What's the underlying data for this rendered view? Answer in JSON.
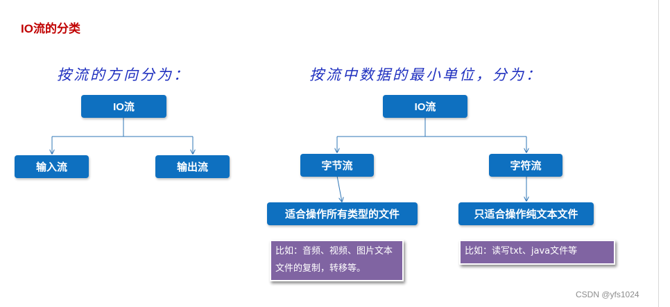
{
  "title": "IO流的分类",
  "left": {
    "heading": "按流的方向分为：",
    "root": "IO流",
    "children": [
      "输入流",
      "输出流"
    ]
  },
  "right": {
    "heading": "按流中数据的最小单位，分为：",
    "root": "IO流",
    "children": [
      "字节流",
      "字符流"
    ],
    "descriptions": [
      "适合操作所有类型的文件",
      "只适合操作纯文本文件"
    ],
    "notes": [
      "比如：音频、视频、图片文本文件的复制，转移等。",
      "比如：读写txt、java文件等"
    ]
  },
  "watermark": "CSDN @yfs1024",
  "colors": {
    "box": "#0e70c0",
    "note": "#8064a2",
    "heading": "#1e2fbf",
    "title": "#c00000",
    "connector": "#2e75b6"
  }
}
